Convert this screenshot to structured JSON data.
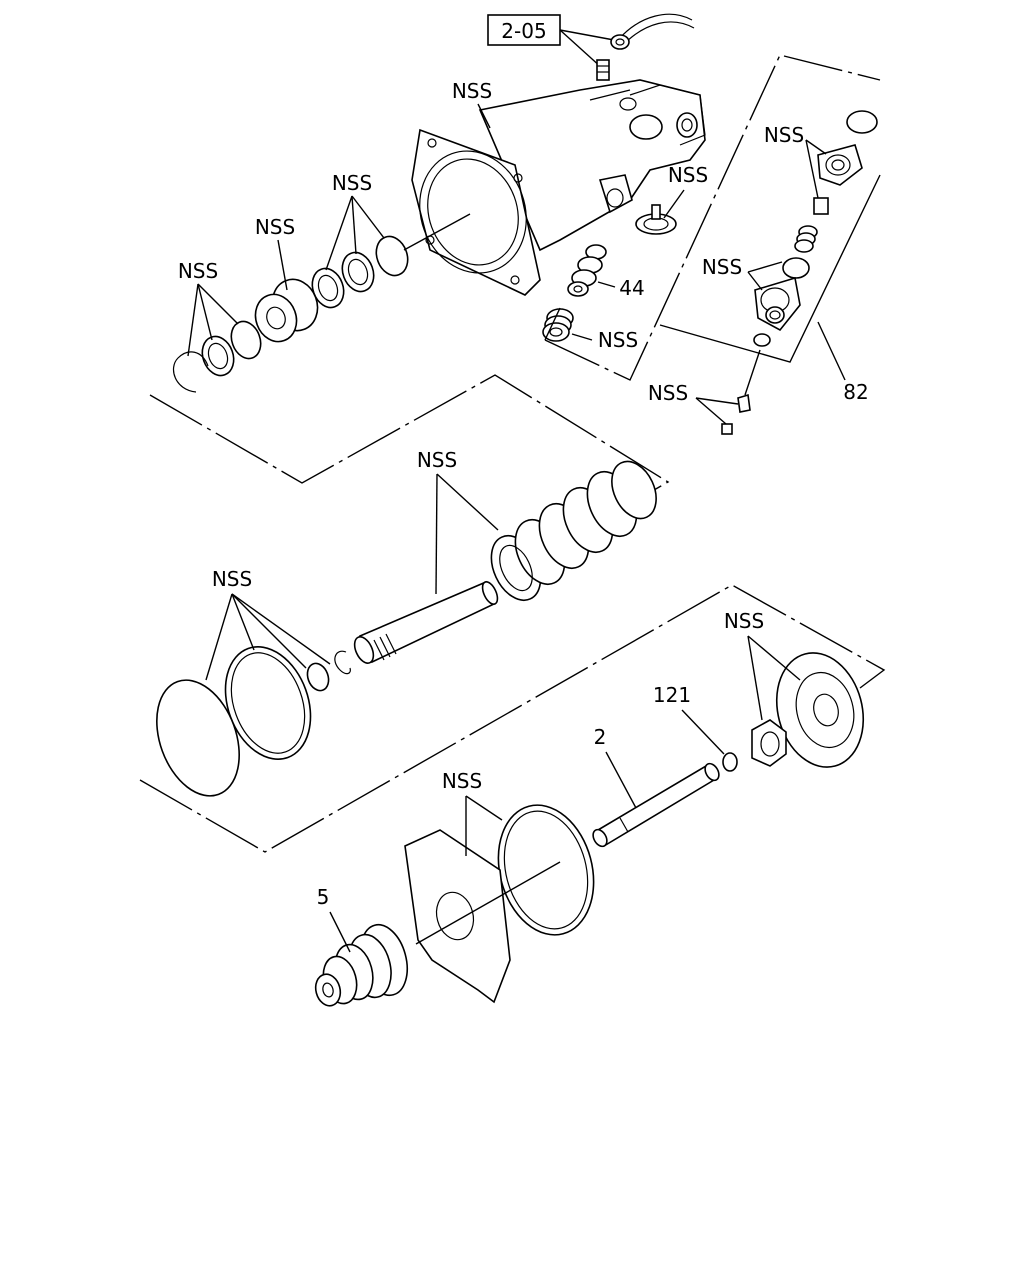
{
  "diagram": {
    "ref_box": "2-05",
    "labels": {
      "nss_housing": "NSS",
      "nss_seals_top": "NSS",
      "nss_piston": "NSS",
      "nss_snap_rings": "NSS",
      "nss_valve_seat": "NSS",
      "part_44": "44",
      "nss_spring_small": "NSS",
      "nss_valve_cap": "NSS",
      "nss_valve_oring": "NSS",
      "nss_bolt": "NSS",
      "part_82": "82",
      "nss_spring_rod": "NSS",
      "nss_rings_left": "NSS",
      "nss_nut_plate": "NSS",
      "part_121": "121",
      "part_2": "2",
      "nss_gasket": "NSS",
      "part_5": "5"
    }
  }
}
